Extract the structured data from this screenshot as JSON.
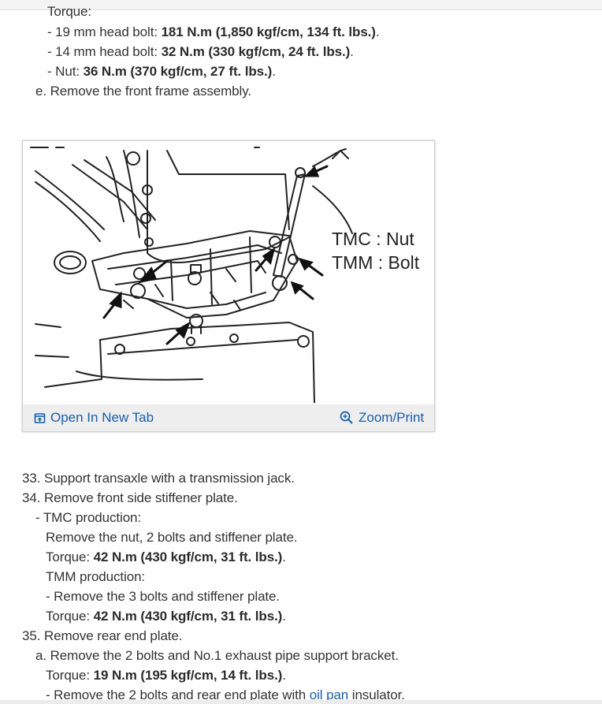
{
  "doc": {
    "lines_top": [
      {
        "segments": [
          {
            "t": "Torque:"
          }
        ]
      },
      {
        "segments": [
          {
            "t": "- 19 mm head bolt: "
          },
          {
            "t": "181 N.m (1,850 kgf/cm, 134 ft. lbs.)",
            "b": true
          },
          {
            "t": "."
          }
        ]
      },
      {
        "segments": [
          {
            "t": "- 14 mm head bolt: "
          },
          {
            "t": "32 N.m (330 kgf/cm, 24 ft. lbs.)",
            "b": true
          },
          {
            "t": "."
          }
        ]
      },
      {
        "segments": [
          {
            "t": "- Nut: "
          },
          {
            "t": "36 N.m (370 kgf/cm, 27 ft. lbs.)",
            "b": true
          },
          {
            "t": "."
          }
        ]
      },
      {
        "segments": [
          {
            "t": "e. Remove the front frame assembly."
          }
        ]
      }
    ],
    "lines_bottom": [
      {
        "segments": [
          {
            "t": "33. Support transaxle with a transmission jack."
          }
        ]
      },
      {
        "segments": [
          {
            "t": "34. Remove front side stiffener plate."
          }
        ]
      },
      {
        "segments": [
          {
            "t": "- TMC production:"
          }
        ]
      },
      {
        "segments": [
          {
            "t": "Remove the nut, 2 bolts and stiffener plate."
          }
        ]
      },
      {
        "segments": [
          {
            "t": "Torque: "
          },
          {
            "t": "42 N.m (430 kgf/cm, 31 ft. lbs.)",
            "b": true
          },
          {
            "t": "."
          }
        ]
      },
      {
        "segments": [
          {
            "t": "TMM production:"
          }
        ]
      },
      {
        "segments": [
          {
            "t": "- Remove the 3 bolts and stiffener plate."
          }
        ]
      },
      {
        "segments": [
          {
            "t": "Torque: "
          },
          {
            "t": "42 N.m (430 kgf/cm, 31 ft. lbs.)",
            "b": true
          },
          {
            "t": "."
          }
        ]
      },
      {
        "segments": [
          {
            "t": "35. Remove rear end plate."
          }
        ]
      },
      {
        "segments": [
          {
            "t": "a. Remove the 2 bolts and No.1 exhaust pipe support bracket."
          }
        ]
      },
      {
        "segments": [
          {
            "t": "Torque: "
          },
          {
            "t": "19 N.m (195 kgf/cm, 14 ft. lbs.)",
            "b": true
          },
          {
            "t": "."
          }
        ]
      },
      {
        "segments": [
          {
            "t": "- Remove the 2 bolts and rear end plate with "
          },
          {
            "t": "oil pan",
            "link": true
          },
          {
            "t": " insulator."
          }
        ]
      }
    ]
  },
  "figure": {
    "label_1": "TMC : Nut",
    "label_2": "TMM : Bolt",
    "open_label": "Open In New Tab",
    "zoom_label": "Zoom/Print",
    "open_icon": "open-in-new-tab-icon",
    "zoom_icon": "zoom-in-icon",
    "link_color": "#1a5ea8"
  }
}
